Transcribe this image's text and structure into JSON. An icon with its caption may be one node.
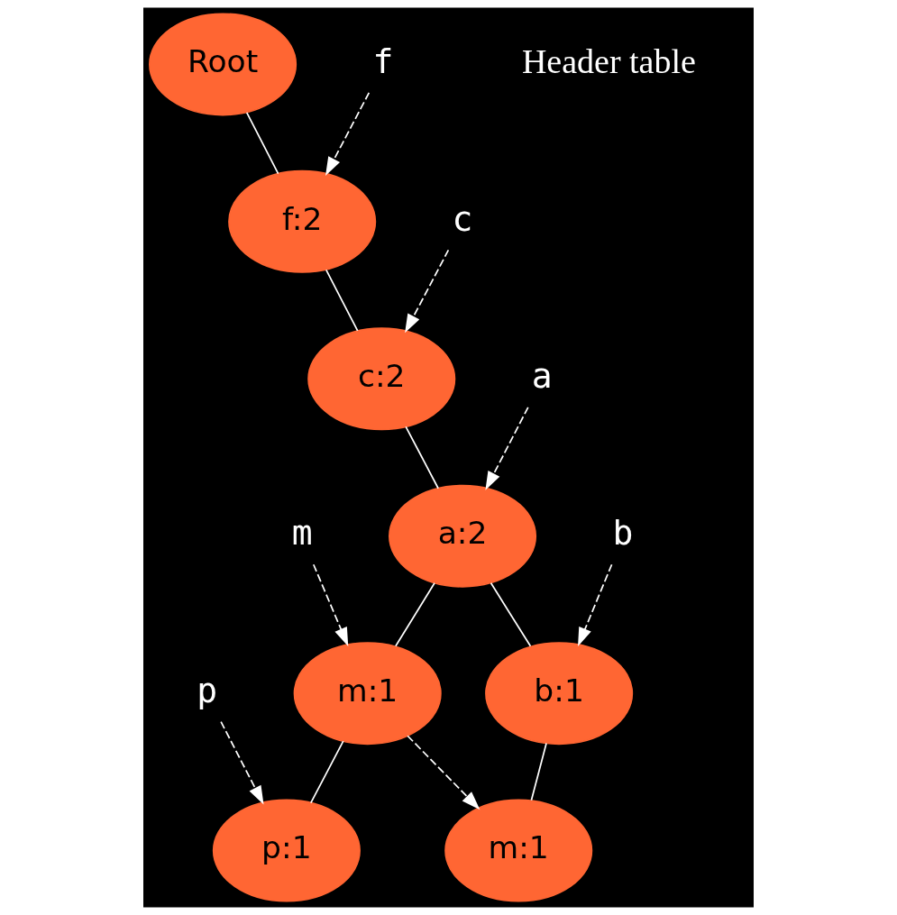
{
  "diagram": {
    "nodes": [
      {
        "text": [
          "Root"
        ]
      },
      {
        "text": [
          "f:2"
        ]
      },
      {
        "text": [
          "c:2"
        ]
      },
      {
        "text": [
          "a:2"
        ]
      },
      {
        "text": [
          "m:1"
        ]
      },
      {
        "text": [
          "b:1"
        ]
      },
      {
        "text": [
          "p:1"
        ]
      },
      {
        "text": [
          "m:1"
        ]
      },
      {
        "text": [
          "f"
        ]
      },
      {
        "text": [
          "c"
        ]
      },
      {
        "text": [
          "a"
        ]
      },
      {
        "text": [
          "b"
        ]
      },
      {
        "text": [
          "m"
        ]
      },
      {
        "text": [
          "p"
        ]
      }
    ],
    "edges": [
      {
        "from": 0,
        "to": 1,
        "arrow": "none"
      },
      {
        "from": 1,
        "to": 2,
        "arrow": "none"
      },
      {
        "from": 2,
        "to": 3,
        "arrow": "none"
      },
      {
        "from": 3,
        "to": 4,
        "arrow": "none"
      },
      {
        "from": 3,
        "to": 5,
        "arrow": "none"
      },
      {
        "from": 4,
        "to": 6,
        "arrow": "none"
      },
      {
        "from": 5,
        "to": 7,
        "arrow": "none"
      },
      {
        "from": 4,
        "to": 7,
        "arrow": "to",
        "style": "dashed"
      },
      {
        "from": 8,
        "to": 1,
        "arrow": "to",
        "style": "dashed"
      },
      {
        "from": 9,
        "to": 2,
        "arrow": "to",
        "style": "dashed"
      },
      {
        "from": 10,
        "to": 3,
        "arrow": "to",
        "style": "dashed"
      },
      {
        "from": 11,
        "to": 5,
        "arrow": "to",
        "style": "dashed"
      },
      {
        "from": 12,
        "to": 4,
        "arrow": "to",
        "style": "dashed"
      },
      {
        "from": 13,
        "to": 6,
        "arrow": "to",
        "style": "dashed"
      }
    ],
    "labels": [
      "Header table"
    ]
  }
}
